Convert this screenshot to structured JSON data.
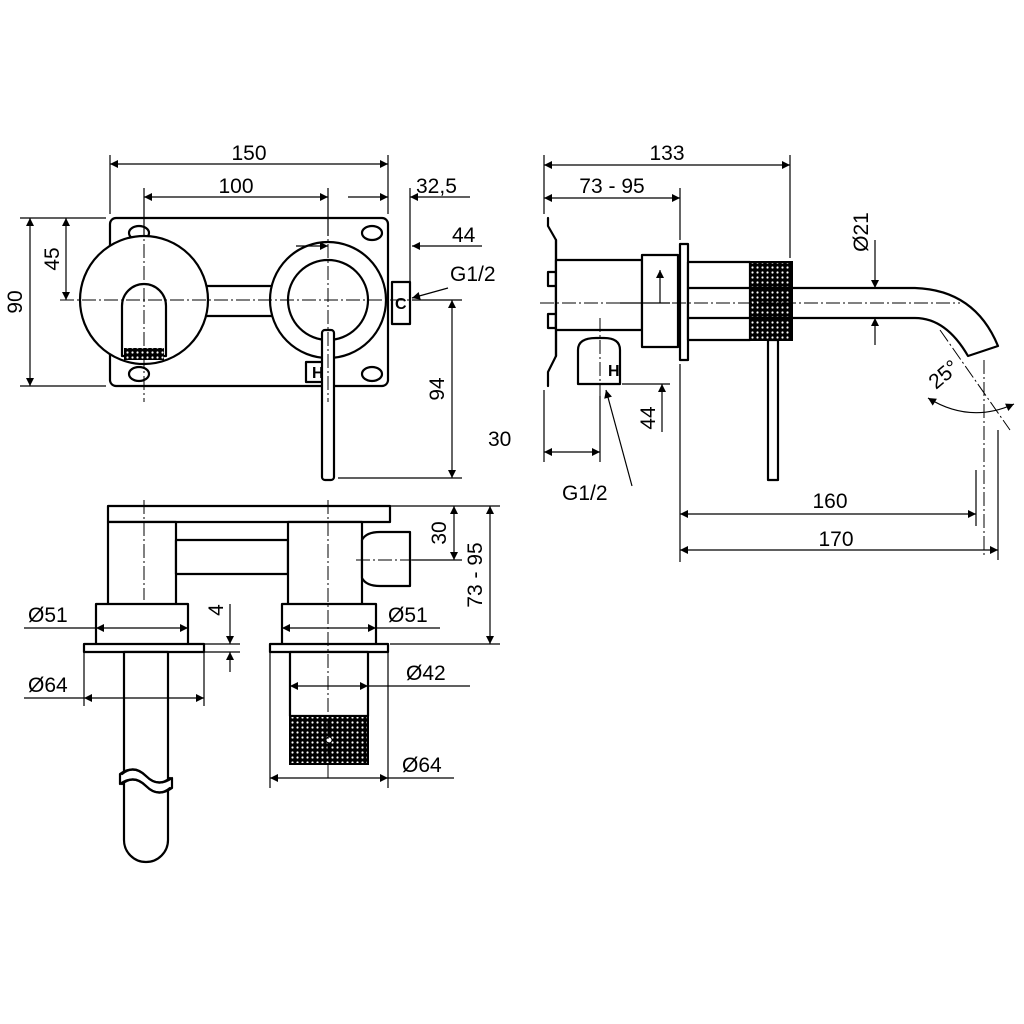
{
  "front_view": {
    "dim_width_total": "150",
    "dim_centers": "100",
    "dim_offset": "32,5",
    "dim_height": "90",
    "dim_half_height": "45",
    "dim_inlet_offset": "44",
    "thread_label": "G1/2",
    "dim_handle_length": "94",
    "mark_hot": "H",
    "mark_cold": "C"
  },
  "side_view": {
    "dim_total_depth": "133",
    "dim_wall_range": "73 - 95",
    "dim_spout_dia": "Ø21",
    "dim_angle": "25°",
    "dim_connection_offset": "30",
    "dim_connection_height": "44",
    "thread_label": "G1/2",
    "dim_projection": "160",
    "dim_total_projection": "170",
    "mark_hot": "H"
  },
  "top_view": {
    "dim_plate": "30",
    "dim_wall_range": "73 - 95",
    "dim_rosette_left": "Ø51",
    "dim_rosette_right": "Ø51",
    "dim_gap": "4",
    "dim_flange_left": "Ø64",
    "dim_body": "Ø42",
    "dim_flange_right": "Ø64"
  }
}
